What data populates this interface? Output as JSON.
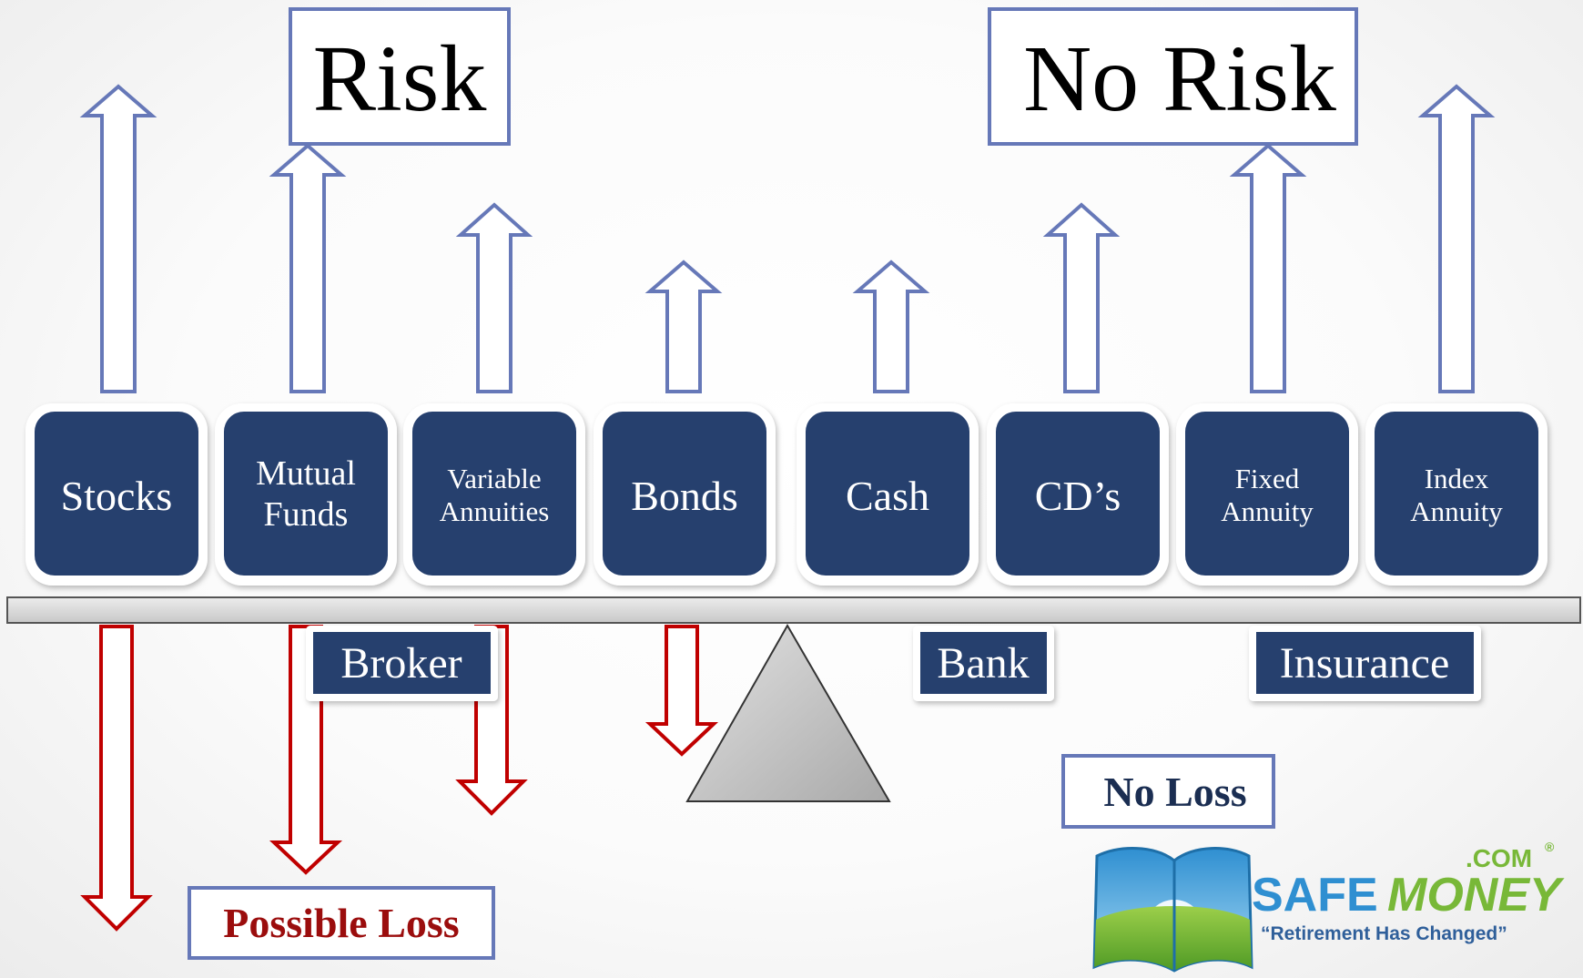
{
  "titles": {
    "risk": "Risk",
    "no_risk": "No Risk"
  },
  "products": [
    {
      "lines": [
        "Stocks"
      ]
    },
    {
      "lines": [
        "Mutual",
        "Funds"
      ]
    },
    {
      "lines": [
        "Variable",
        "Annuities"
      ]
    },
    {
      "lines": [
        "Bonds"
      ]
    },
    {
      "lines": [
        "Cash"
      ]
    },
    {
      "lines": [
        "CD’s"
      ]
    },
    {
      "lines": [
        "Fixed",
        "Annuity"
      ]
    },
    {
      "lines": [
        "Index",
        "Annuity"
      ]
    }
  ],
  "categories": {
    "broker": "Broker",
    "bank": "Bank",
    "insurance": "Insurance"
  },
  "loss_labels": {
    "possible_loss": "Possible Loss",
    "no_loss": "No Loss"
  },
  "logo": {
    "domain_suffix": ".COM",
    "registered_mark": "®",
    "word_part1": "SAFE",
    "word_part2": "MONEY",
    "tagline": "“Retirement Has Changed”"
  },
  "colors": {
    "box_fill": "#253f6e",
    "up_arrow_stroke": "#6678b8",
    "down_arrow_stroke": "#c00000",
    "possible_loss_text": "#9b0d0d",
    "no_loss_text": "#1b2e52",
    "logo_blue": "#2f8fd1",
    "logo_green": "#78b838"
  }
}
